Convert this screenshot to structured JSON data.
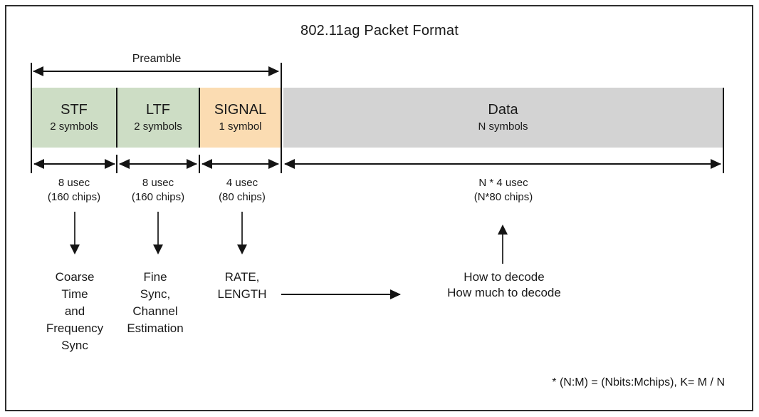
{
  "title": "802.11ag Packet Format",
  "preamble": {
    "label": "Preamble"
  },
  "segments": [
    {
      "name": "STF",
      "symbols": "2 symbols",
      "duration": "8 usec",
      "chips": "(160 chips)",
      "color": "#cdddc5"
    },
    {
      "name": "LTF",
      "symbols": "2 symbols",
      "duration": "8 usec",
      "chips": "(160 chips)",
      "color": "#cdddc5"
    },
    {
      "name": "SIGNAL",
      "symbols": "1 symbol",
      "duration": "4 usec",
      "chips": "(80 chips)",
      "color": "#fbdcb2"
    },
    {
      "name": "Data",
      "symbols": "N symbols",
      "duration": "N * 4 usec",
      "chips": "(N*80 chips)",
      "color": "#d3d3d3"
    }
  ],
  "notes": {
    "stf": "Coarse\nTime\nand\nFrequency\nSync",
    "ltf": "Fine\nSync,\nChannel\nEstimation",
    "signal": "RATE,\nLENGTH",
    "data": "How to decode\nHow much to decode"
  },
  "footnote": "* (N:M) = (Nbits:Mchips), K= M / N",
  "colors": {
    "preamble_green": "#cdddc5",
    "signal_orange": "#fbdcb2",
    "data_gray": "#d3d3d3",
    "line_black": "#141414"
  }
}
